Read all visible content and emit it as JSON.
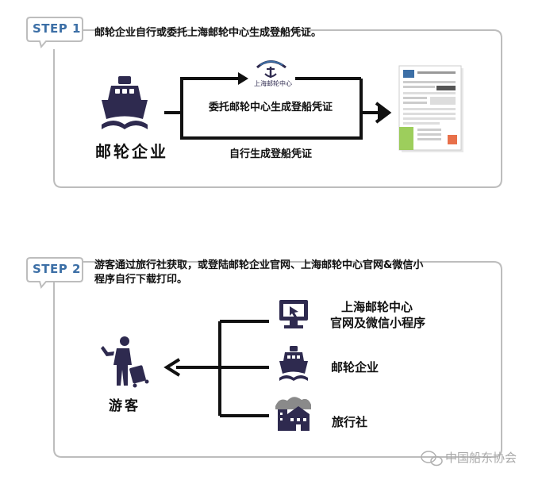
{
  "step1": {
    "badge": "STEP 1",
    "heading": "邮轮企业自行或委托上海邮轮中心生成登船凭证。",
    "cruise_company_label": "邮轮企业",
    "center_logo_text": "上海邮轮中心",
    "delegate_label": "委托邮轮中心生成登船凭证",
    "self_label": "自行生成登船凭证"
  },
  "step2": {
    "badge": "STEP 2",
    "heading_line1": "游客通过旅行社获取，或登陆邮轮企业官网、上海邮轮中心官网&微信小",
    "heading_line2": "程序自行下载打印。",
    "tourist_label": "游客",
    "sources": [
      {
        "line1": "上海邮轮中心",
        "line2": "官网及微信小程序",
        "icon": "monitor-icon"
      },
      {
        "line1": "邮轮企业",
        "icon": "ship-icon"
      },
      {
        "line1": "旅行社",
        "icon": "building-icon"
      }
    ]
  },
  "watermark": "中国船东协会",
  "colors": {
    "badge_text": "#3c6fa6",
    "icon_purple": "#2e2a4f",
    "frame_gray": "#bdbdbd",
    "voucher_green": "#8cc63f"
  }
}
